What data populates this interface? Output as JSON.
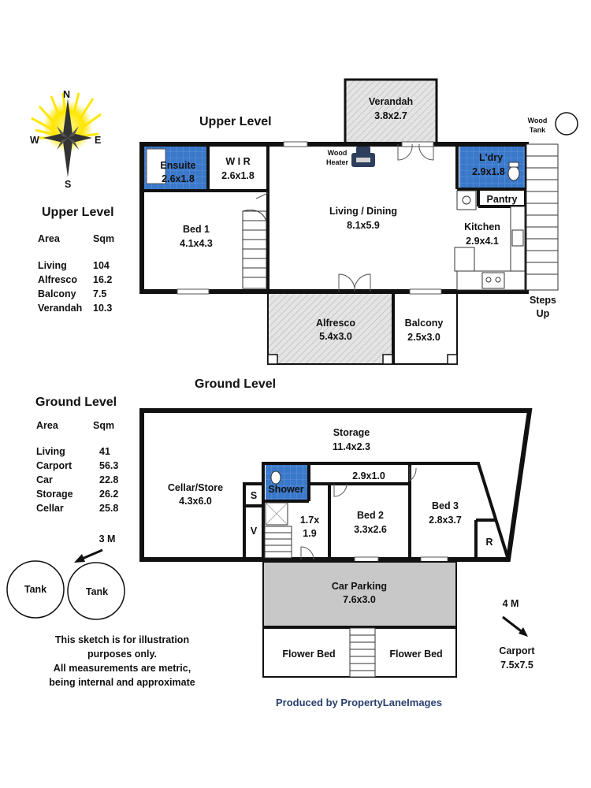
{
  "compass": {
    "n": "N",
    "s": "S",
    "e": "E",
    "w": "W"
  },
  "upper_heading": "Upper Level",
  "ground_heading": "Ground Level",
  "upper_table": {
    "heading": "Upper Level",
    "col_area": "Area",
    "col_sqm": "Sqm",
    "rows": [
      {
        "area": "Living",
        "sqm": "104"
      },
      {
        "area": "Alfresco",
        "sqm": "16.2"
      },
      {
        "area": "Balcony",
        "sqm": "7.5"
      },
      {
        "area": "Verandah",
        "sqm": "10.3"
      }
    ]
  },
  "ground_table": {
    "heading": "Ground Level",
    "col_area": "Area",
    "col_sqm": "Sqm",
    "rows": [
      {
        "area": "Living",
        "sqm": "41"
      },
      {
        "area": "Carport",
        "sqm": "56.3"
      },
      {
        "area": "Car",
        "sqm": "22.8"
      },
      {
        "area": "Storage",
        "sqm": "26.2"
      },
      {
        "area": "Cellar",
        "sqm": "25.8"
      }
    ]
  },
  "rooms": {
    "verandah": {
      "name": "Verandah",
      "dim": "3.8x2.7"
    },
    "ensuite": {
      "name": "Ensuite",
      "dim": "2.6x1.8"
    },
    "wir": {
      "name": "W I R",
      "dim": "2.6x1.8"
    },
    "bed1": {
      "name": "Bed 1",
      "dim": "4.1x4.3"
    },
    "living": {
      "name": "Living / Dining",
      "dim": "8.1x5.9"
    },
    "ldry": {
      "name": "L'dry",
      "dim": "2.9x1.8"
    },
    "pantry": {
      "name": "Pantry"
    },
    "kitchen": {
      "name": "Kitchen",
      "dim": "2.9x4.1"
    },
    "alfresco": {
      "name": "Alfresco",
      "dim": "5.4x3.0"
    },
    "balcony": {
      "name": "Balcony",
      "dim": "2.5x3.0"
    },
    "storage": {
      "name": "Storage",
      "dim": "11.4x2.3"
    },
    "cellar": {
      "name": "Cellar/Store",
      "dim": "4.3x6.0"
    },
    "hall": {
      "dim": "2.9x1.0"
    },
    "shower": {
      "name": "Shower"
    },
    "s": {
      "name": "S"
    },
    "v": {
      "name": "V"
    },
    "stair_hall": {
      "dim1": "1.7x",
      "dim2": "1.9"
    },
    "bed2": {
      "name": "Bed 2",
      "dim": "3.3x2.6"
    },
    "bed3": {
      "name": "Bed 3",
      "dim": "2.8x3.7"
    },
    "r": {
      "name": "R"
    },
    "car": {
      "name": "Car Parking",
      "dim": "7.6x3.0"
    },
    "flower1": {
      "name": "Flower Bed"
    },
    "flower2": {
      "name": "Flower Bed"
    }
  },
  "labels": {
    "wood_heater1": "Wood",
    "wood_heater2": "Heater",
    "wood_tank1": "Wood",
    "wood_tank2": "Tank",
    "steps1": "Steps",
    "steps2": "Up",
    "tank_left": "Tank",
    "tank_right": "Tank",
    "three_m": "3 M",
    "four_m": "4 M",
    "carport1": "Carport",
    "carport2": "7.5x7.5"
  },
  "disclaimer": {
    "line1": "This sketch is for illustration",
    "line2": "purposes only.",
    "line3": "All measurements are metric,",
    "line4": "being internal and approximate"
  },
  "credit": "Produced by PropertyLaneImages",
  "colors": {
    "wall": "#111111",
    "wet_area": "#2f6fc4",
    "car_parking": "#c8c8c8",
    "outdoor_hatch": "#d7d7d7",
    "credit": "#2a3f6e",
    "compass_glow": "#ffe600"
  }
}
